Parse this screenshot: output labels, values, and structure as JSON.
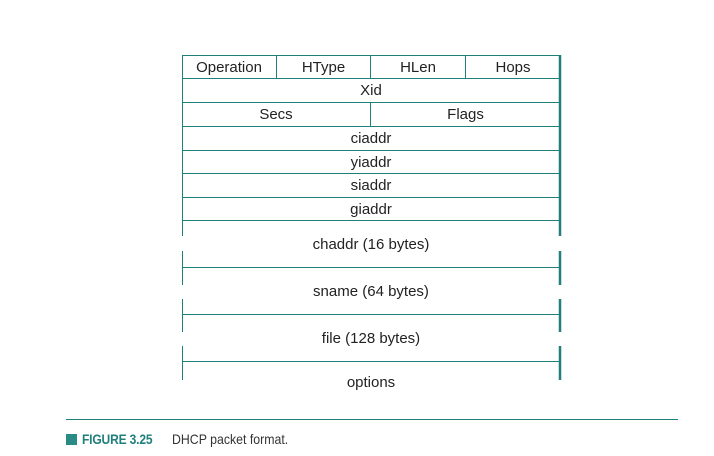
{
  "colors": {
    "accent": "#2a8a86",
    "line": "#1f7f7b",
    "text": "#222222"
  },
  "packet": {
    "row1": [
      "Operation",
      "HType",
      "HLen",
      "Hops"
    ],
    "xid": "Xid",
    "secs": "Secs",
    "flags": "Flags",
    "ciaddr": "ciaddr",
    "yiaddr": "yiaddr",
    "siaddr": "siaddr",
    "giaddr": "giaddr",
    "chaddr": "chaddr (16 bytes)",
    "sname": "sname (64 bytes)",
    "file": "file (128 bytes)",
    "options": "options"
  },
  "caption": {
    "figure_label": "FIGURE 3.25",
    "text": "DHCP packet format."
  }
}
